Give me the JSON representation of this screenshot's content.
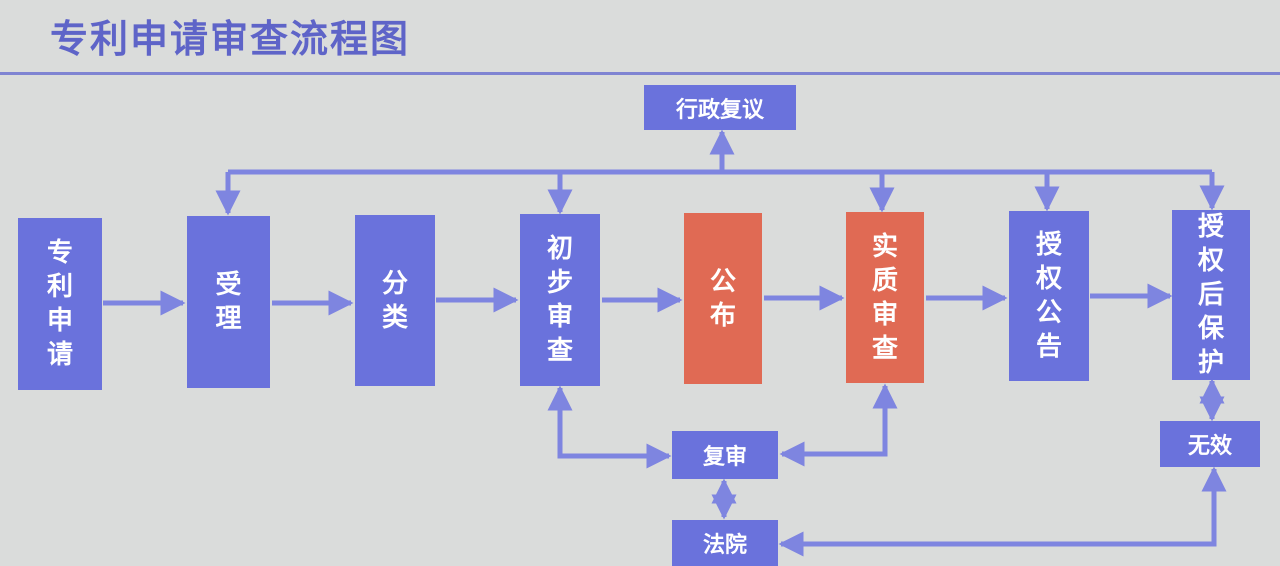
{
  "title": "专利申请审查流程图",
  "colors": {
    "blue": "#6a72dc",
    "red": "#e06a54",
    "line": "#7e85e0",
    "title": "#5e64c8"
  },
  "nodes": {
    "application": "专利申请",
    "acceptance": "受理",
    "classification": "分类",
    "preliminary": "初步审查",
    "publication": "公布",
    "substantive": "实质审查",
    "grant_announcement": "授权公告",
    "post_grant": "授权后保护",
    "admin_review": "行政复议",
    "reexamination": "复审",
    "invalidation": "无效",
    "court": "法院"
  }
}
